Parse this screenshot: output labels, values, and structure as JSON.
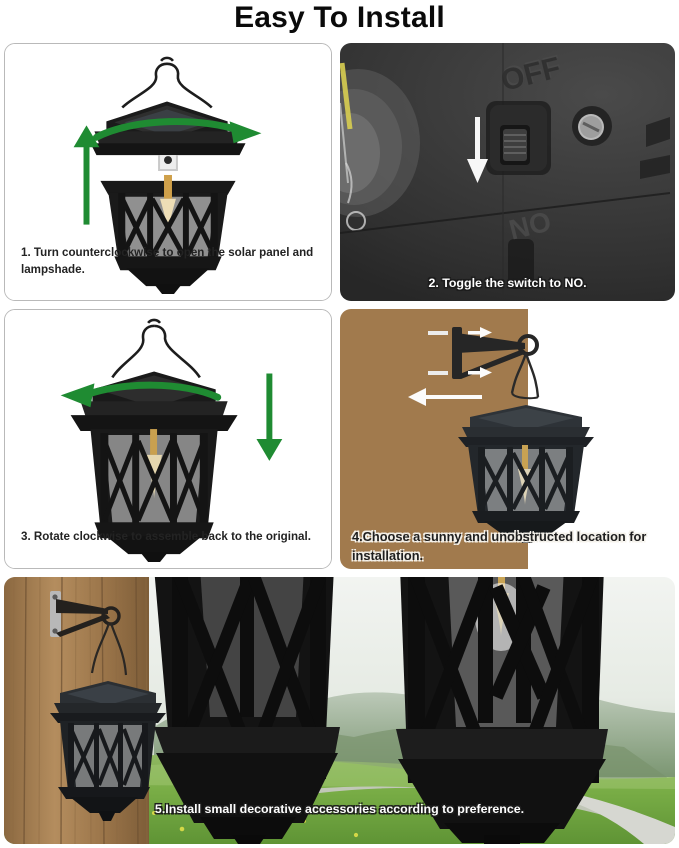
{
  "header": {
    "title": "Easy To Install"
  },
  "steps": [
    {
      "number": "1",
      "caption": "1. Turn counterclockwise to open the solar panel and lampshade.",
      "caption_style": "dark-on-white",
      "art": "exploded-lantern-with-green-arrows",
      "arrows": [
        {
          "name": "up-arrow",
          "color": "#1f8b32",
          "direction": "up"
        },
        {
          "name": "counterclockwise-arrow",
          "color": "#1f8b32",
          "direction": "right"
        }
      ]
    },
    {
      "number": "2",
      "caption": "2. Toggle the switch to NO.",
      "caption_style": "white-outline-on-photo",
      "art": "switch-closeup-photo",
      "labels": {
        "off": "OFF",
        "on": "ON"
      },
      "arrows": [
        {
          "name": "down-arrow",
          "color": "#ffffff",
          "direction": "down"
        }
      ]
    },
    {
      "number": "3",
      "caption": "3. Rotate clockwise to assemble back to the original.",
      "caption_style": "dark-on-white",
      "art": "assembled-lantern-with-green-arrows",
      "arrows": [
        {
          "name": "clockwise-arrow",
          "color": "#1f8b32",
          "direction": "left"
        },
        {
          "name": "down-arrow",
          "color": "#1f8b32",
          "direction": "down"
        }
      ]
    },
    {
      "number": "4",
      "caption": "4.Choose a sunny and unobstructed location for installation.",
      "caption_style": "dark-outline-on-wood",
      "art": "wall-bracket-mount-on-wood",
      "arrows": [
        {
          "name": "screw-arrow-top",
          "color": "#ffffff",
          "direction": "right"
        },
        {
          "name": "screw-arrow-bottom",
          "color": "#ffffff",
          "direction": "right"
        },
        {
          "name": "mount-arrow",
          "color": "#ffffff",
          "direction": "left"
        }
      ]
    },
    {
      "number": "5",
      "caption": "5.Install small decorative accessories according to preference.",
      "caption_style": "white-outline-on-photo",
      "art": "installed-lantern-landscape-scene"
    }
  ],
  "colors": {
    "accent_green": "#1f8b32",
    "lantern_black": "#151515",
    "wood_brown": "#a17a4d",
    "grass_green": "#7cb342",
    "panel_border": "#b9b9b9",
    "caption_dark": "#232323"
  }
}
